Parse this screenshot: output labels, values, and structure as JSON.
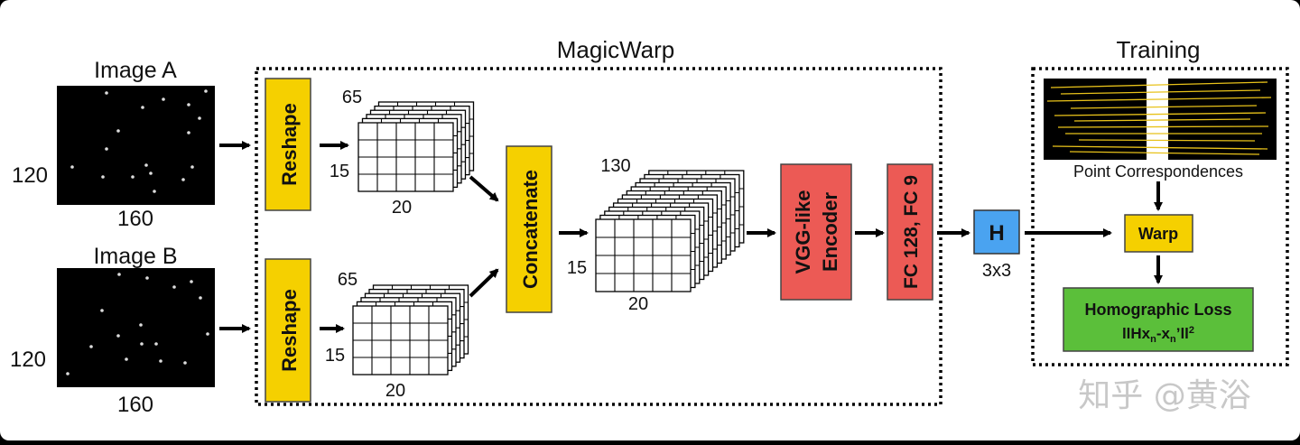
{
  "title": "MagicWarp",
  "training_title": "Training",
  "image_a": {
    "label": "Image A",
    "height": "120",
    "width": "160"
  },
  "image_b": {
    "label": "Image B",
    "height": "120",
    "width": "160"
  },
  "reshape_top": "Reshape",
  "reshape_bottom": "Reshape",
  "grid_top": {
    "depth": "65",
    "height": "15",
    "width": "20"
  },
  "grid_bottom": {
    "depth": "65",
    "height": "15",
    "width": "20"
  },
  "concatenate": "Concatenate",
  "grid_concat": {
    "depth": "130",
    "height": "15",
    "width": "20"
  },
  "encoder": {
    "line1": "VGG-like",
    "line2": "Encoder"
  },
  "fc": "FC 128, FC 9",
  "h_box": {
    "label": "H",
    "size": "3x3"
  },
  "point_correspondences": "Point Correspondences",
  "warp": "Warp",
  "loss": {
    "title": "Homographic Loss",
    "formula_pre": "llHx",
    "sub1": "n",
    "mid": "-x",
    "sub2": "n",
    "post": "’ll",
    "sup": "2"
  },
  "watermark": "知乎 @黄浴",
  "colors": {
    "yellow": "#f5d000",
    "red": "#ec5a55",
    "blue": "#4aa3f0",
    "green": "#5bbf3a",
    "box_border": "#444"
  }
}
